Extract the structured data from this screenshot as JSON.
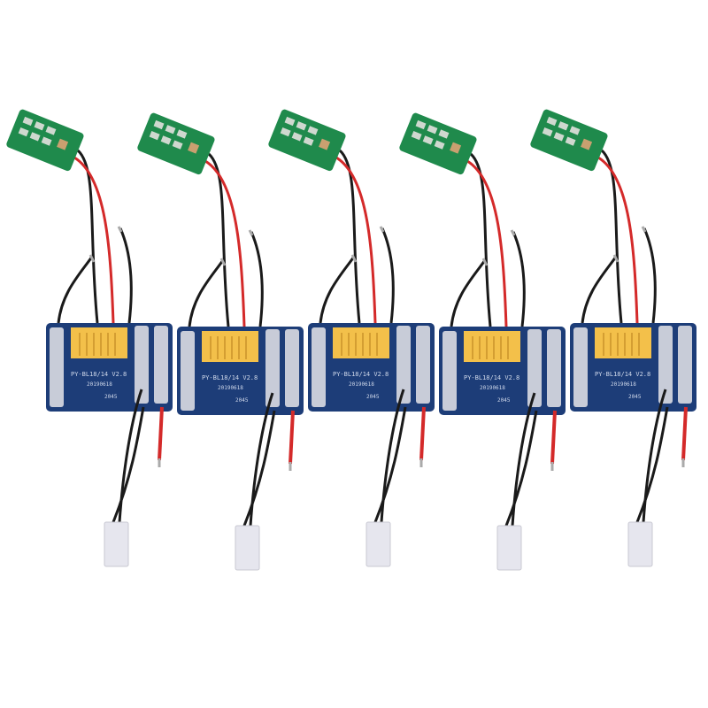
{
  "product": {
    "unit_count": 5,
    "board_model_text": "PY-BL18/14 V2.8",
    "board_date_text": "20190618",
    "board_code_text": "2045",
    "colors": {
      "main_pcb": "#1d3d78",
      "indicator_pcb": "#1f8a4c",
      "connector": "#f3c04a",
      "wire_red": "#d42a2a",
      "wire_black": "#1a1a1a",
      "plug": "#e6e6ee"
    }
  }
}
